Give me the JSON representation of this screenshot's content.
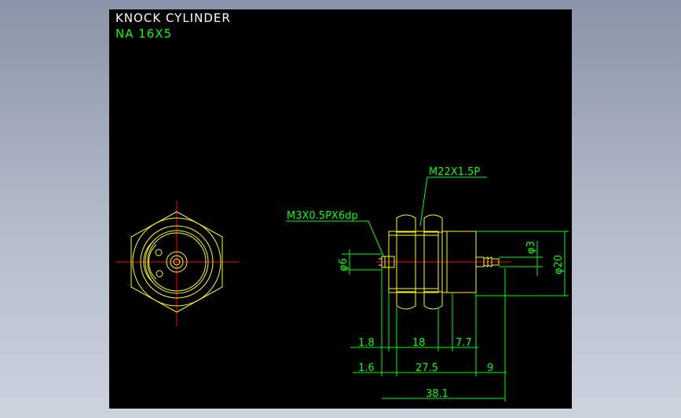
{
  "title": {
    "line1": "KNOCK CYLINDER",
    "line2": "NA 16X5"
  },
  "colors": {
    "background": "#000000",
    "outline": "#ffff00",
    "dimension": "#00ff00",
    "centerline": "#ff0000",
    "title": "#ffffff"
  },
  "callouts": {
    "thread_main": "M22X1.5P",
    "thread_port": "M3X0.5PX6dp"
  },
  "dimensions": {
    "dia_rod": "φ6",
    "dia_fitting": "φ3",
    "dia_body": "φ20",
    "len_1": "1.8",
    "len_2": "18",
    "len_3": "7.7",
    "len_4": "1.6",
    "len_5": "27.5",
    "len_6": "9",
    "len_total": "38.1"
  }
}
